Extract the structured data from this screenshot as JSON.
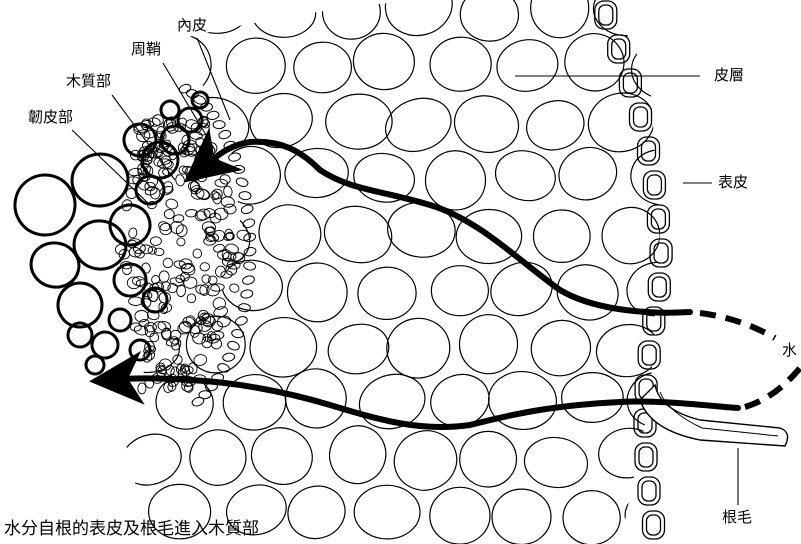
{
  "labels": {
    "endodermis": "內皮",
    "pericycle": "周鞘",
    "xylem": "木質部",
    "phloem": "韌皮部",
    "cortex": "皮層",
    "epidermis": "表皮",
    "water": "水",
    "root_hair": "根毛"
  },
  "caption": "水分自根的表皮及根毛進入木質部",
  "colors": {
    "ink": "#000000",
    "paper": "#ffffff"
  }
}
